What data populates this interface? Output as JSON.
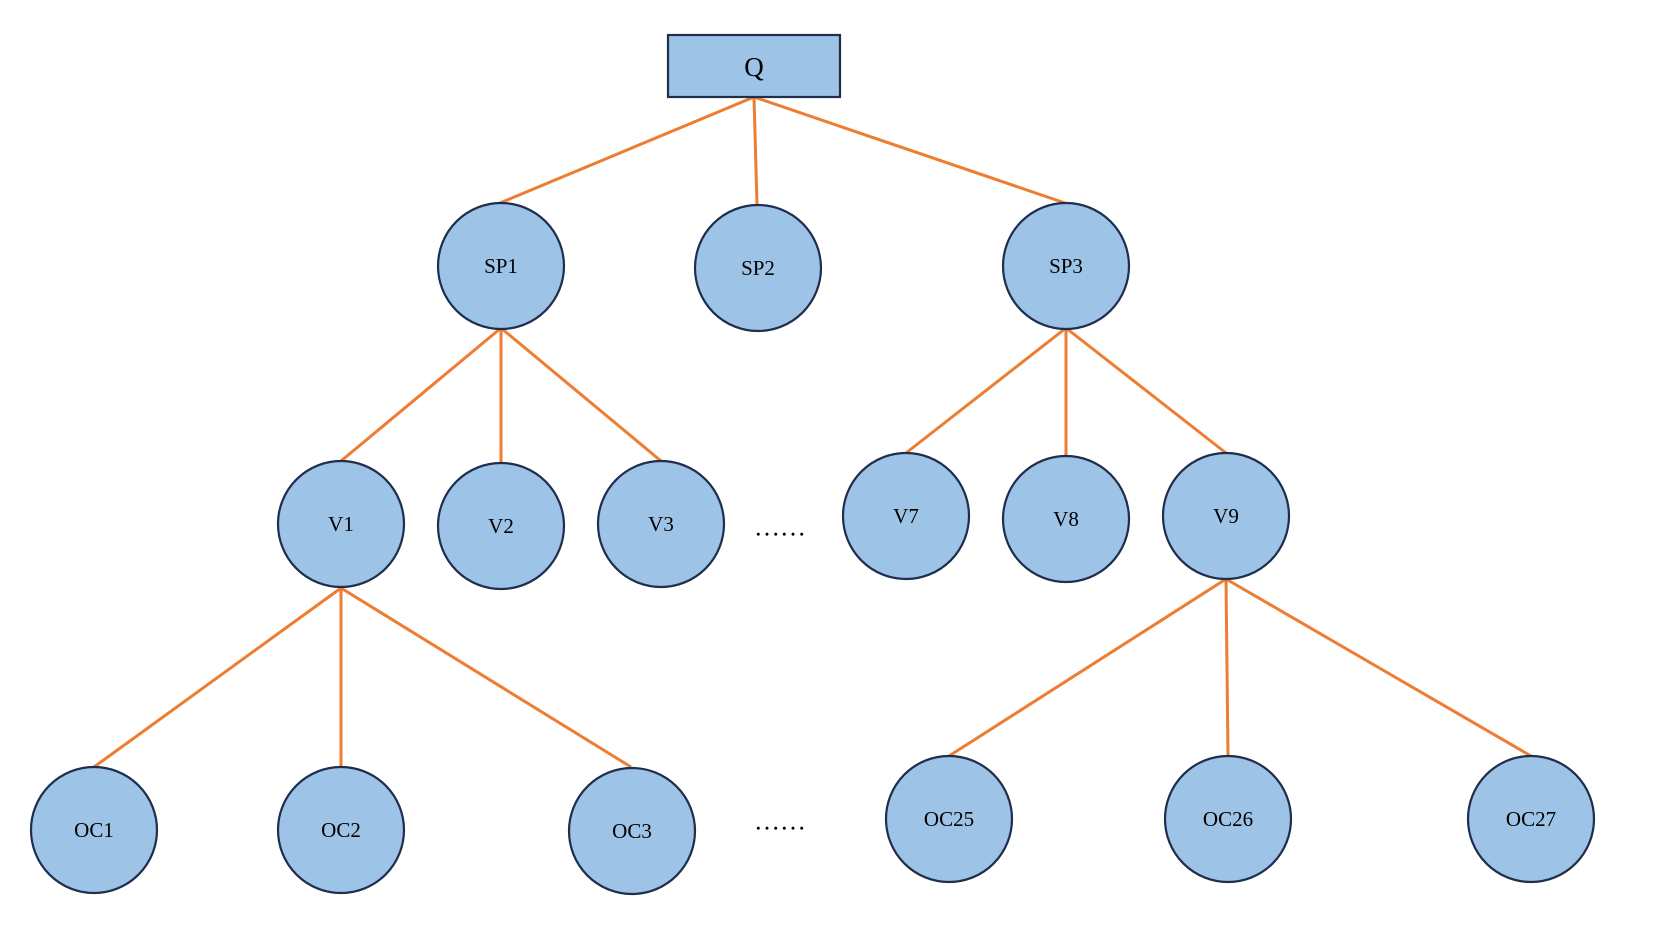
{
  "diagram": {
    "type": "tree",
    "root": "Q",
    "nodes": {
      "q": "Q",
      "sp1": "SP1",
      "sp2": "SP2",
      "sp3": "SP3",
      "v1": "V1",
      "v2": "V2",
      "v3": "V3",
      "v7": "V7",
      "v8": "V8",
      "v9": "V9",
      "oc1": "OC1",
      "oc2": "OC2",
      "oc3": "OC3",
      "oc25": "OC25",
      "oc26": "OC26",
      "oc27": "OC27"
    },
    "ellipsis": {
      "level_v": "……",
      "level_oc": "……"
    },
    "edges": [
      [
        "q",
        "sp1"
      ],
      [
        "q",
        "sp2"
      ],
      [
        "q",
        "sp3"
      ],
      [
        "sp1",
        "v1"
      ],
      [
        "sp1",
        "v2"
      ],
      [
        "sp1",
        "v3"
      ],
      [
        "sp3",
        "v7"
      ],
      [
        "sp3",
        "v8"
      ],
      [
        "sp3",
        "v9"
      ],
      [
        "v1",
        "oc1"
      ],
      [
        "v1",
        "oc2"
      ],
      [
        "v1",
        "oc3"
      ],
      [
        "v9",
        "oc25"
      ],
      [
        "v9",
        "oc26"
      ],
      [
        "v9",
        "oc27"
      ]
    ],
    "colors": {
      "node_fill": "#9DC3E6",
      "node_stroke": "#1F2E4D",
      "edge": "#ED7D31"
    }
  }
}
